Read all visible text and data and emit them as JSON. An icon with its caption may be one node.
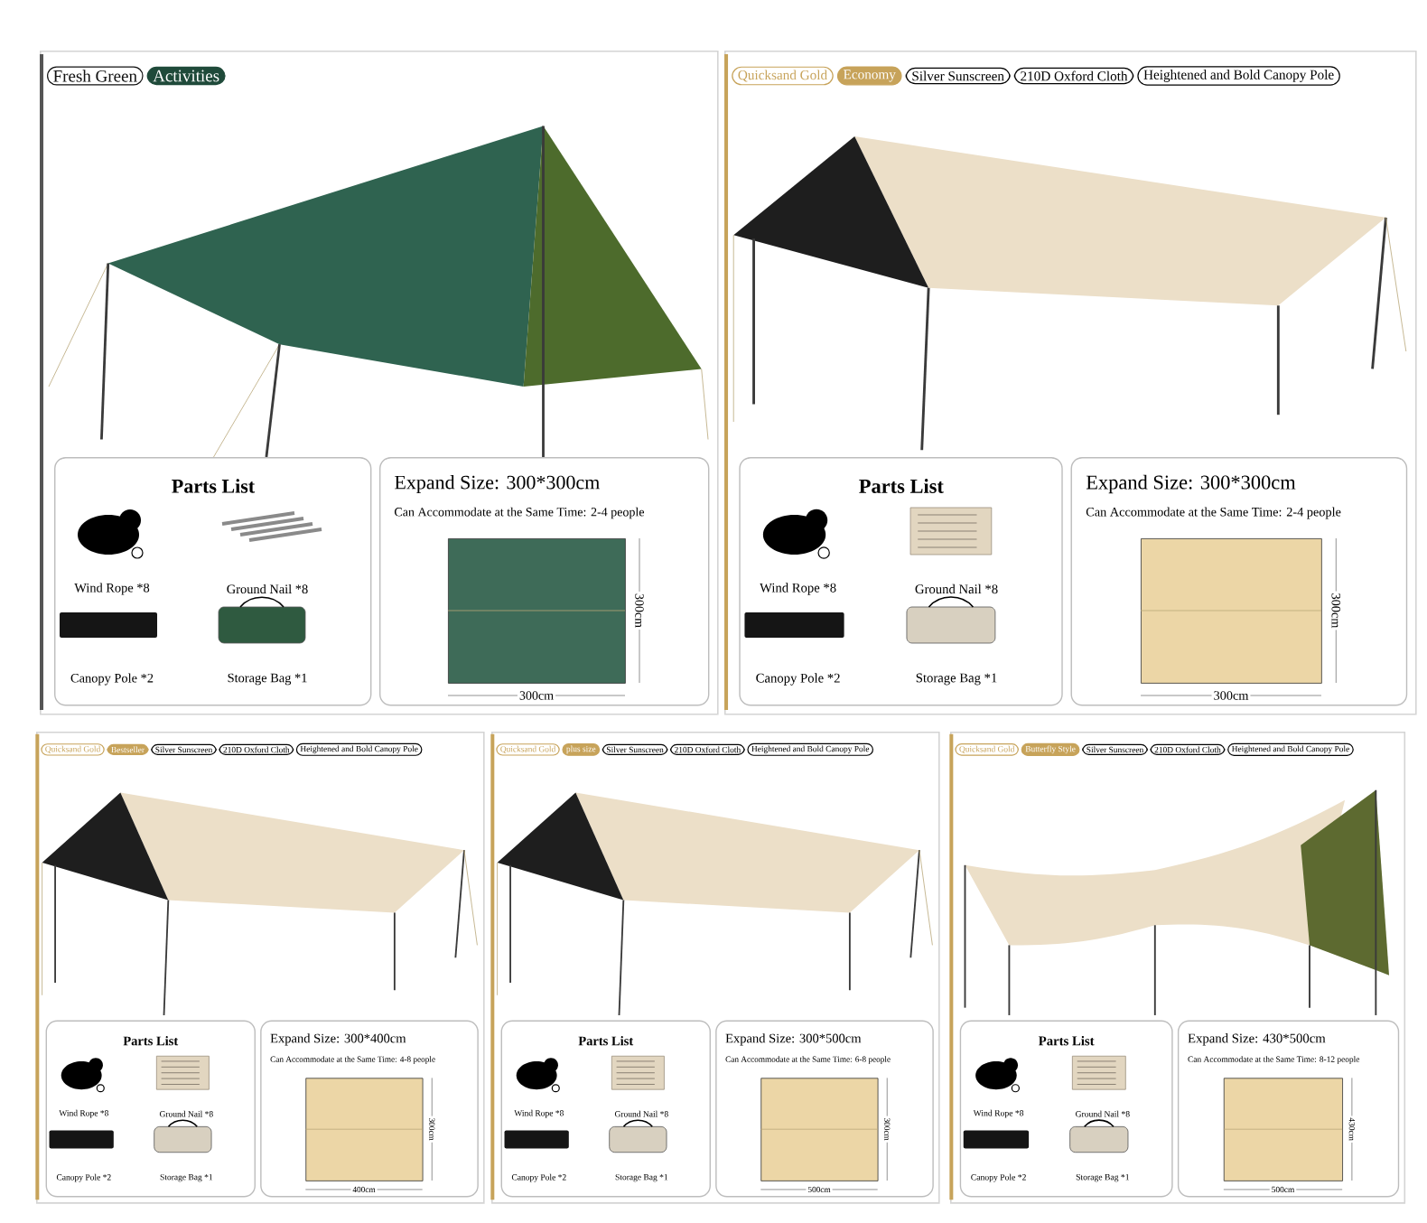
{
  "diagram": {
    "nodes": [
      {
        "text": [],
        "shape": "box"
      },
      {
        "text": [
          "Fresh Green"
        ],
        "in": 0
      },
      {
        "text": [
          "Activities"
        ],
        "in": 0
      },
      {
        "text": [
          "Parts List"
        ],
        "in": 0
      },
      {
        "text": [
          "Wind Rope *8"
        ],
        "in": 3
      },
      {
        "text": [
          "Ground Nail *8"
        ],
        "in": 3
      },
      {
        "text": [
          "Canopy Pole *2"
        ],
        "in": 3
      },
      {
        "text": [
          "Storage Bag *1"
        ],
        "in": 3
      },
      {
        "text": [
          "Expand Size: 300*300cm",
          "Can Accommodate at the Same Time: 2-4 people"
        ],
        "in": 0
      },
      {
        "text": [],
        "shape": "box",
        "in": 8,
        "beside": [
          "300cm",
          "300cm"
        ]
      },
      {
        "text": [],
        "shape": "box"
      },
      {
        "text": [
          "Quicksand Gold"
        ],
        "in": 10
      },
      {
        "text": [
          "Economy"
        ],
        "in": 10
      },
      {
        "text": [
          "Silver Sunscreen"
        ],
        "in": 10
      },
      {
        "text": [
          "210D Oxford Cloth"
        ],
        "in": 10
      },
      {
        "text": [
          "Heightened and Bold Canopy Pole"
        ],
        "in": 10
      },
      {
        "text": [
          "Parts List"
        ],
        "in": 10
      },
      {
        "text": [
          "Wind Rope *8"
        ],
        "in": 16
      },
      {
        "text": [
          "Ground Nail *8"
        ],
        "in": 16
      },
      {
        "text": [
          "Canopy Pole *2"
        ],
        "in": 16
      },
      {
        "text": [
          "Storage Bag *1"
        ],
        "in": 16
      },
      {
        "text": [
          "Expand Size: 300*300cm",
          "Can Accommodate at the Same Time: 2-4 people"
        ],
        "in": 10
      },
      {
        "text": [],
        "shape": "box",
        "in": 21,
        "beside": [
          "300cm",
          "300cm"
        ]
      },
      {
        "text": [],
        "shape": "box"
      },
      {
        "text": [
          "Quicksand Gold"
        ],
        "in": 23
      },
      {
        "text": [
          "Bestseller"
        ],
        "in": 23
      },
      {
        "text": [
          "Silver Sunscreen"
        ],
        "in": 23
      },
      {
        "text": [
          "210D Oxford Cloth"
        ],
        "in": 23
      },
      {
        "text": [
          "Heightened and Bold Canopy Pole"
        ],
        "in": 23
      },
      {
        "text": [
          "Parts List"
        ],
        "in": 23
      },
      {
        "text": [
          "Wind Rope *8"
        ],
        "in": 29
      },
      {
        "text": [
          "Ground Nail *8"
        ],
        "in": 29
      },
      {
        "text": [
          "Canopy Pole *2"
        ],
        "in": 29
      },
      {
        "text": [
          "Storage Bag *1"
        ],
        "in": 29
      },
      {
        "text": [
          "Expand Size: 300*400cm",
          "Can Accommodate at the Same Time: 4-8 people"
        ],
        "in": 23
      },
      {
        "text": [],
        "shape": "box",
        "in": 34,
        "beside": [
          "300cm",
          "400cm"
        ]
      },
      {
        "text": [],
        "shape": "box"
      },
      {
        "text": [
          "Quicksand Gold"
        ],
        "in": 36
      },
      {
        "text": [
          "plus size"
        ],
        "in": 36
      },
      {
        "text": [
          "Silver Sunscreen"
        ],
        "in": 36
      },
      {
        "text": [
          "210D Oxford Cloth"
        ],
        "in": 36
      },
      {
        "text": [
          "Heightened and Bold Canopy Pole"
        ],
        "in": 36
      },
      {
        "text": [
          "Parts List"
        ],
        "in": 36
      },
      {
        "text": [
          "Wind Rope *8"
        ],
        "in": 42
      },
      {
        "text": [
          "Ground Nail *8"
        ],
        "in": 42
      },
      {
        "text": [
          "Canopy Pole *2"
        ],
        "in": 42
      },
      {
        "text": [
          "Storage Bag *1"
        ],
        "in": 42
      },
      {
        "text": [
          "Expand Size: 300*500cm",
          "Can Accommodate at the Same Time: 6-8 people"
        ],
        "in": 36
      },
      {
        "text": [],
        "shape": "box",
        "in": 47,
        "beside": [
          "300cm",
          "500cm"
        ]
      },
      {
        "text": [],
        "shape": "box"
      },
      {
        "text": [
          "Quicksand Gold"
        ],
        "in": 49
      },
      {
        "text": [
          "Butterfly Style"
        ],
        "in": 49
      },
      {
        "text": [
          "Silver Sunscreen"
        ],
        "in": 49
      },
      {
        "text": [
          "210D Oxford Cloth"
        ],
        "in": 49
      },
      {
        "text": [
          "Heightened and Bold Canopy Pole"
        ],
        "in": 49
      },
      {
        "text": [
          "Parts List"
        ],
        "in": 49
      },
      {
        "text": [
          "Wind Rope *8"
        ],
        "in": 55
      },
      {
        "text": [
          "Ground Nail *8"
        ],
        "in": 55
      },
      {
        "text": [
          "Canopy Pole *2"
        ],
        "in": 55
      },
      {
        "text": [
          "Storage Bag *1"
        ],
        "in": 55
      },
      {
        "text": [
          "Expand Size: 430*500cm",
          "Can Accommodate at the Same Time: 8-12 people"
        ],
        "in": 49
      },
      {
        "text": [],
        "shape": "box",
        "in": 60,
        "beside": [
          "430cm",
          "500cm"
        ]
      }
    ]
  }
}
